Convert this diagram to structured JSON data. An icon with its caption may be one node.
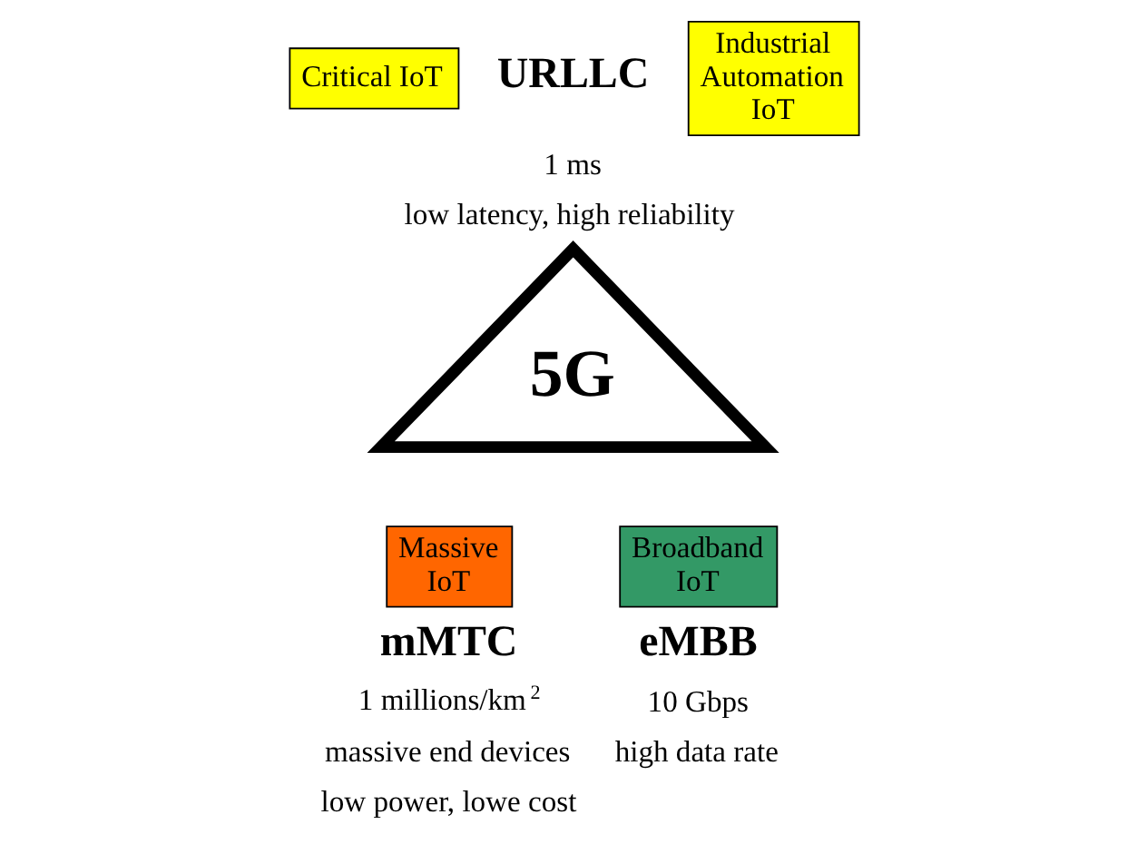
{
  "diagram": {
    "nodes": [
      {
        "text": [
          "Critical IoT"
        ]
      },
      {
        "text": [
          "Industrial Automation IoT"
        ]
      },
      {
        "text": [
          "Massive IoT"
        ]
      },
      {
        "text": [
          "5G"
        ]
      },
      {
        "text": [
          "Broadband IoT"
        ]
      }
    ],
    "edges": [],
    "labels": [
      "URLLC",
      "1 ms",
      "low latency, high reliability",
      "mMTC",
      "1 millions/km$^{2}$",
      "massive end devices",
      "low power, lowe cost",
      "eMBB",
      "10 Gbps",
      "high data rate"
    ]
  }
}
